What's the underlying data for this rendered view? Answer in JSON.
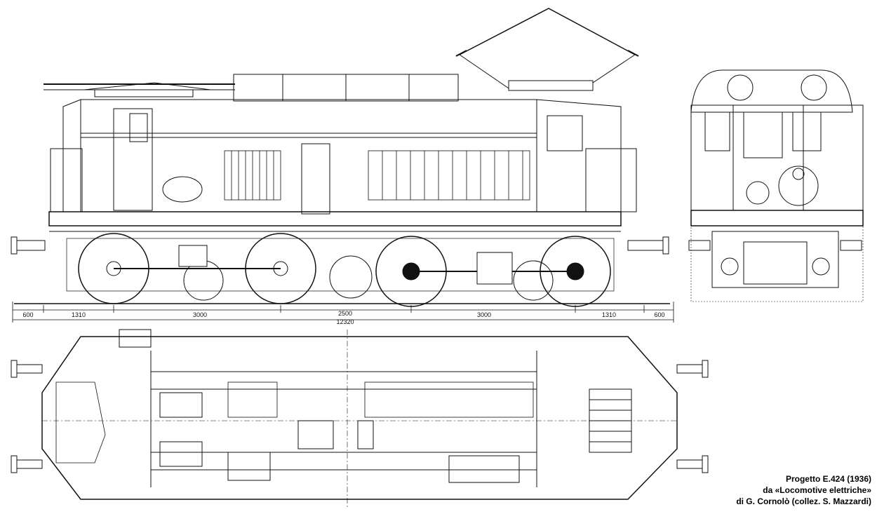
{
  "dimensions": {
    "segments": [
      "600",
      "1310",
      "3000",
      "2500",
      "3000",
      "1310",
      "600"
    ],
    "total": "12320"
  },
  "caption": {
    "line1": "Progetto E.424 (1936)",
    "line2": "da «Locomotive elettriche»",
    "line3": "di G. Cornolò (collez. S. Mazzardi)"
  },
  "colors": {
    "ink": "#111111",
    "paper": "#ffffff"
  }
}
